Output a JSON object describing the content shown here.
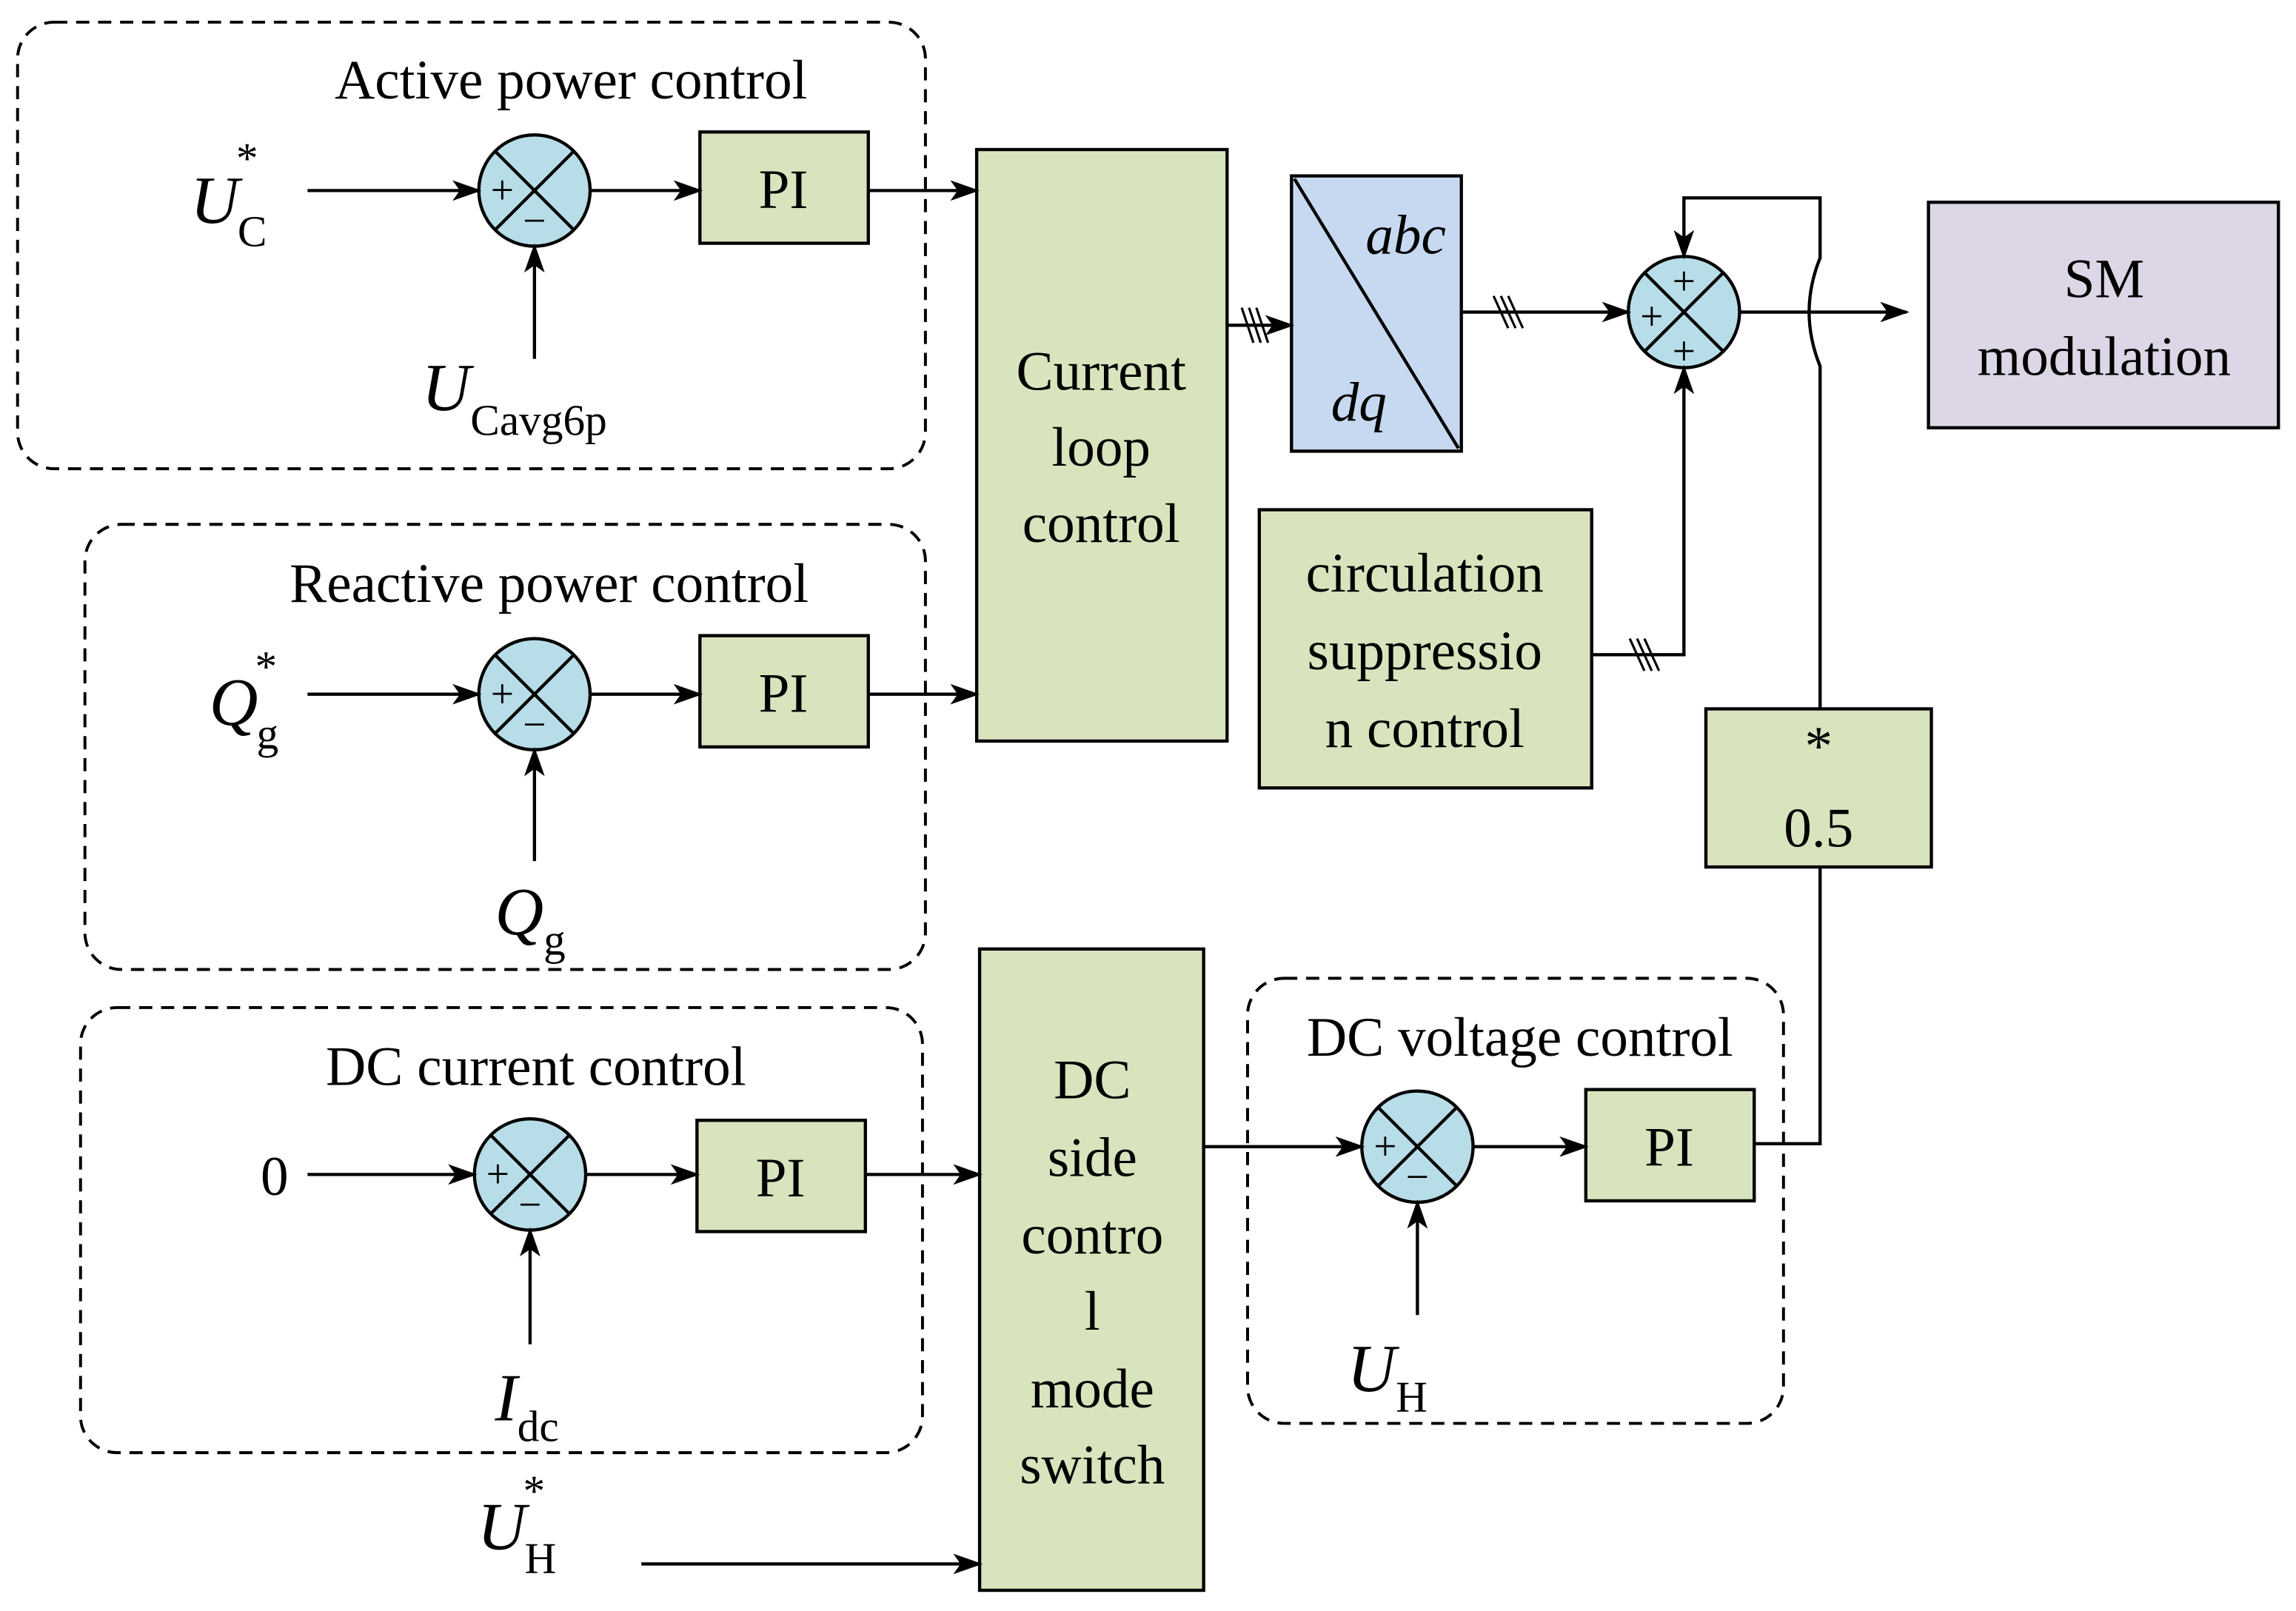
{
  "colors": {
    "block_green": "#d7e4bd",
    "transform_blue": "#c6d9f1",
    "sum_cyan": "#b7dde8",
    "modulation_purple": "#dcd6e6"
  },
  "groups": {
    "active": {
      "title": "Active power control",
      "ref": "U",
      "ref_sub": "C",
      "ref_sup": "*",
      "fb": "U",
      "fb_sub": "Cavg6p",
      "pi": "PI"
    },
    "reactive": {
      "title": "Reactive power control",
      "ref": "Q",
      "ref_sub": "g",
      "ref_sup": "*",
      "fb": "Q",
      "fb_sub": "g",
      "pi": "PI"
    },
    "dc_current": {
      "title": "DC  current control",
      "ref": "0",
      "fb": "I",
      "fb_sub": "dc",
      "pi": "PI"
    },
    "dc_voltage": {
      "title": "DC voltage control",
      "fb": "U",
      "fb_sub": "H",
      "pi": "PI"
    }
  },
  "signs": {
    "plus": "+",
    "minus": "−"
  },
  "blocks": {
    "current_loop": [
      "Current",
      "loop",
      "control"
    ],
    "transform": {
      "top": "abc",
      "bottom": "dq"
    },
    "circulation": [
      "circulation",
      "suppressio",
      "n control"
    ],
    "gain": [
      "*",
      "0.5"
    ],
    "modulation": [
      "SM",
      "modulation"
    ],
    "dc_side": [
      "DC",
      "side",
      "contro",
      "l",
      "mode",
      "switch"
    ]
  },
  "uh_ref": {
    "sym": "U",
    "sub": "H",
    "sup": "*"
  }
}
